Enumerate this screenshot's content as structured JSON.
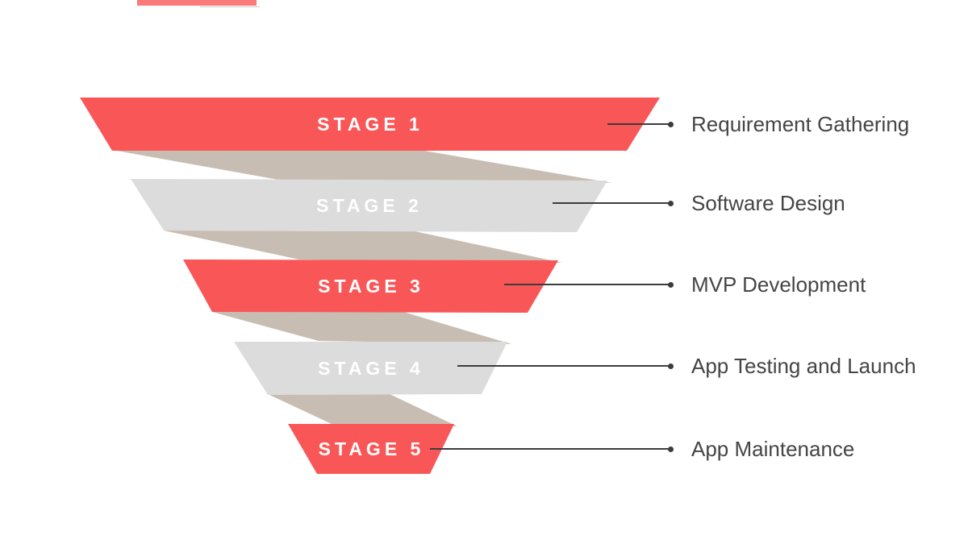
{
  "diagram": {
    "type": "funnel",
    "background": "#ffffff",
    "stage_text_color": "#ffffff",
    "connector_color": "#c8bdb2",
    "label_text_color": "#454545",
    "leader_line_color": "#3c3c3c",
    "accent_red": "#f95757",
    "accent_gray": "#dcdcdc",
    "stages": [
      {
        "label": "STAGE 1",
        "name": "Requirement Gathering",
        "color": "#f95757"
      },
      {
        "label": "STAGE 2",
        "name": "Software Design",
        "color": "#dcdcdc"
      },
      {
        "label": "STAGE 3",
        "name": "MVP Development",
        "color": "#f95757"
      },
      {
        "label": "STAGE 4",
        "name": "App Testing and Launch",
        "color": "#dcdcdc"
      },
      {
        "label": "STAGE 5",
        "name": "App Maintenance",
        "color": "#f95757"
      }
    ]
  }
}
